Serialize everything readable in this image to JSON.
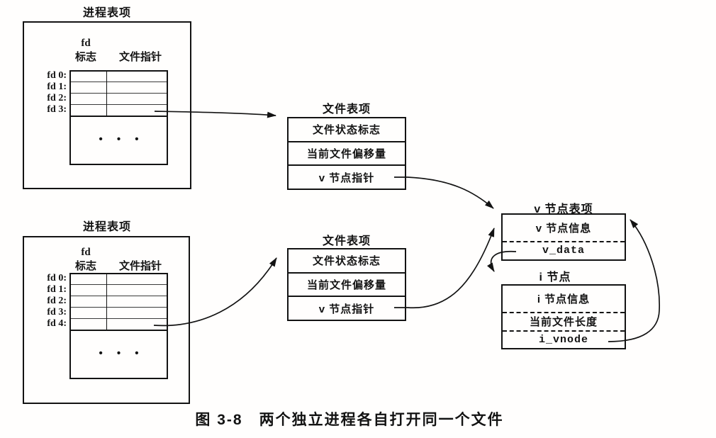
{
  "palette": {
    "ink": "#131313",
    "bg": "#fffefd"
  },
  "caption": "图 3-8　两个独立进程各自打开同一个文件",
  "process_top": {
    "title": "进程表项",
    "fd_header": "fd",
    "flags_header": "标志",
    "pointer_header": "文件指针",
    "rows": [
      "fd 0:",
      "fd 1:",
      "fd 2:",
      "fd 3:"
    ],
    "ellipsis": "• • •"
  },
  "process_bottom": {
    "title": "进程表项",
    "fd_header": "fd",
    "flags_header": "标志",
    "pointer_header": "文件指针",
    "rows": [
      "fd 0:",
      "fd 1:",
      "fd 2:",
      "fd 3:",
      "fd 4:"
    ],
    "ellipsis": "• • •"
  },
  "file_table_top": {
    "title": "文件表项",
    "rows": [
      "文件状态标志",
      "当前文件偏移量",
      "v 节点指针"
    ]
  },
  "file_table_bottom": {
    "title": "文件表项",
    "rows": [
      "文件状态标志",
      "当前文件偏移量",
      "v 节点指针"
    ]
  },
  "vnode_table": {
    "title": "v 节点表项",
    "info_row": "v 节点信息",
    "vdata_row": "v_data"
  },
  "inode_table": {
    "title": "i 节点",
    "info_row": "i 节点信息",
    "length_row": "当前文件长度",
    "ivnode_row": "i_vnode"
  }
}
